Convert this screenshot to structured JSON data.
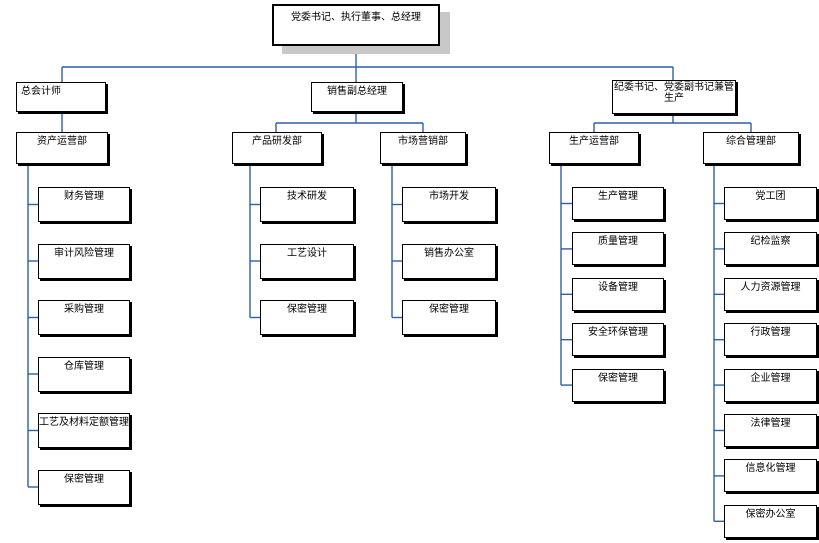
{
  "root": {
    "label": "党委书记、执行董事、总经理"
  },
  "level1": [
    {
      "id": "chief-accountant",
      "label": "总会计师"
    },
    {
      "id": "sales-vp",
      "label": "销售副总经理"
    },
    {
      "id": "discipline-secretary",
      "label": "纪委书记、党委副书记兼管生产"
    }
  ],
  "departments": [
    {
      "id": "asset-ops",
      "label": "资产运营部",
      "items": [
        "财务管理",
        "审计风险管理",
        "采购管理",
        "仓库管理",
        "工艺及材料定额管理",
        "保密管理"
      ]
    },
    {
      "id": "product-rd",
      "label": "产品研发部",
      "items": [
        "技术研发",
        "工艺设计",
        "保密管理"
      ]
    },
    {
      "id": "marketing",
      "label": "市场营销部",
      "items": [
        "市场开发",
        "销售办公室",
        "保密管理"
      ]
    },
    {
      "id": "production-ops",
      "label": "生产运营部",
      "items": [
        "生产管理",
        "质量管理",
        "设备管理",
        "安全环保管理",
        "保密管理"
      ]
    },
    {
      "id": "general-mgmt",
      "label": "综合管理部",
      "items": [
        "党工团",
        "纪检监察",
        "人力资源管理",
        "行政管理",
        "企业管理",
        "法律管理",
        "信息化管理",
        "保密办公室"
      ]
    }
  ],
  "colors": {
    "connector": "#2f5fa8",
    "box_border": "#000000",
    "shadow": "#c8c8c8"
  }
}
